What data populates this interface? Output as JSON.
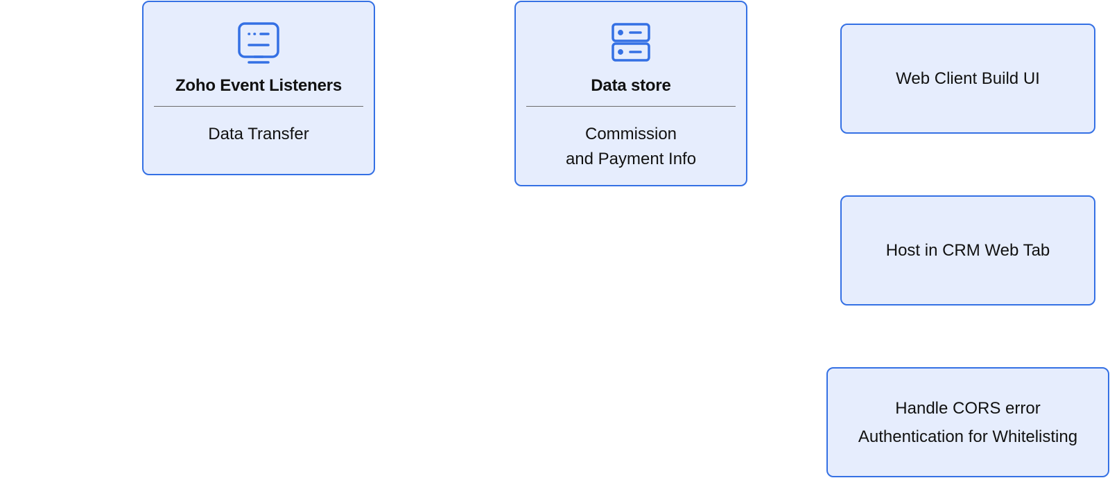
{
  "cards": {
    "listeners": {
      "icon": "monitor-icon",
      "title": "Zoho Event Listeners",
      "subtitle": "Data Transfer"
    },
    "datastore": {
      "icon": "server-icon",
      "title": "Data store",
      "subtitle_line1": "Commission",
      "subtitle_line2": "and Payment Info"
    },
    "webclient": {
      "label": "Web Client Build UI"
    },
    "host": {
      "label": "Host in CRM Web Tab"
    },
    "cors": {
      "line1": "Handle CORS error",
      "line2": "Authentication for Whitelisting"
    }
  },
  "colors": {
    "card_fill": "#e6edfd",
    "card_border": "#3470e4",
    "icon_stroke": "#3470e4",
    "divider": "#6b6b6b",
    "text": "#111111"
  }
}
